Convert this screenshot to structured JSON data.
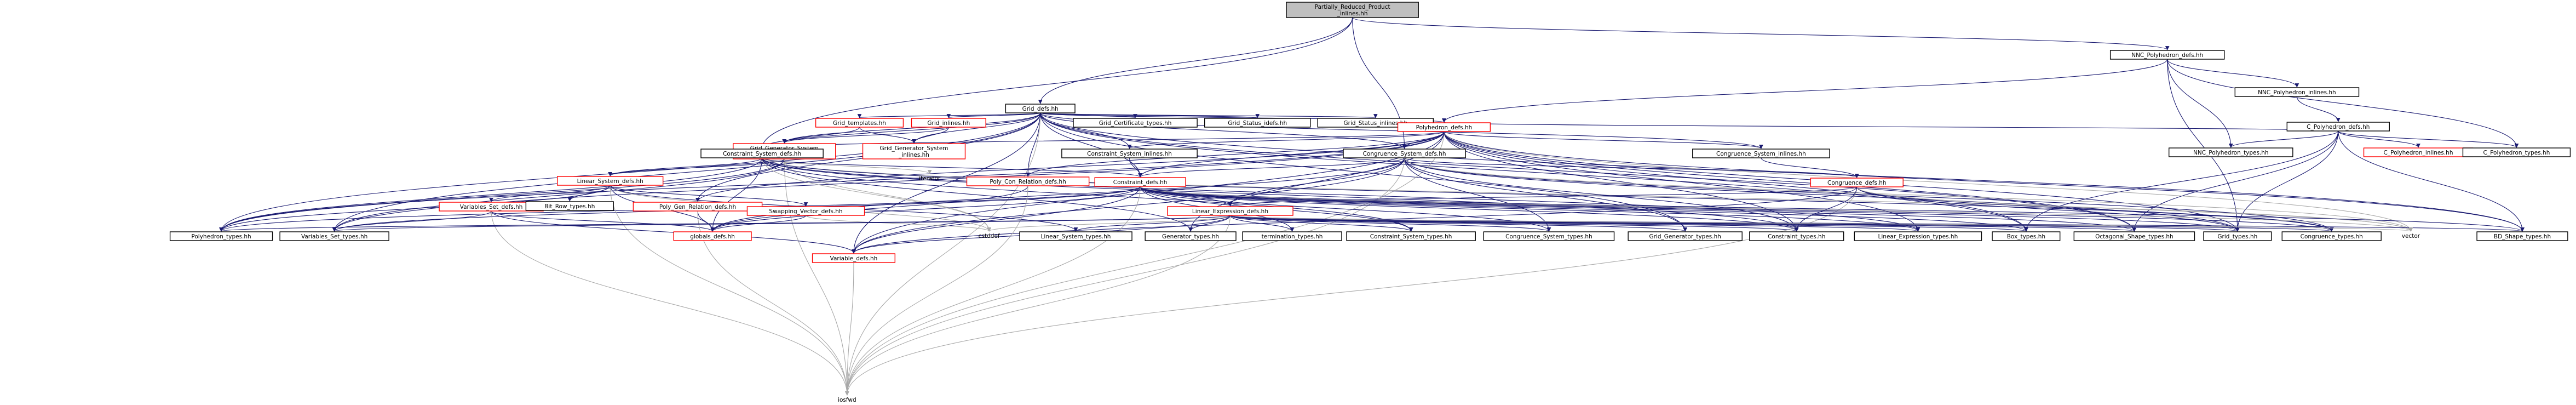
{
  "colors": {
    "edge": "#191970",
    "root_fill": "#bfbfbf",
    "normal_border": "#000000",
    "red_border": "#ff0000",
    "red_text": "#ff0000",
    "text": "#000000",
    "plain_edge": "#a9a9a9"
  },
  "nodes": [
    {
      "id": "root",
      "lines": [
        "Partially_Reduced_Product",
        "_inlines.hh"
      ],
      "kind": "root"
    },
    {
      "id": "nnc_poly_defs",
      "lines": [
        "NNC_Polyhedron_defs.hh"
      ],
      "kind": "normal"
    },
    {
      "id": "nnc_poly_inl",
      "lines": [
        "NNC_Polyhedron_inlines.hh"
      ],
      "kind": "normal"
    },
    {
      "id": "c_poly_defs",
      "lines": [
        "C_Polyhedron_defs.hh"
      ],
      "kind": "normal"
    },
    {
      "id": "c_poly_inl",
      "lines": [
        "C_Polyhedron_inlines.hh"
      ],
      "kind": "red"
    },
    {
      "id": "c_poly_types",
      "lines": [
        "C_Polyhedron_types.hh"
      ],
      "kind": "normal"
    },
    {
      "id": "nnc_poly_types",
      "lines": [
        "NNC_Polyhedron_types.hh"
      ],
      "kind": "normal"
    },
    {
      "id": "grid_defs",
      "lines": [
        "Grid_defs.hh"
      ],
      "kind": "normal"
    },
    {
      "id": "grid_templates",
      "lines": [
        "Grid_templates.hh"
      ],
      "kind": "red"
    },
    {
      "id": "grid_inlines",
      "lines": [
        "Grid_inlines.hh"
      ],
      "kind": "red"
    },
    {
      "id": "grid_gen_sys_defs",
      "lines": [
        "Grid_Generator_System",
        "_defs.hh"
      ],
      "kind": "red"
    },
    {
      "id": "grid_gen_sys_inl",
      "lines": [
        "Grid_Generator_System",
        "_inlines.hh"
      ],
      "kind": "red"
    },
    {
      "id": "grid_cert_types",
      "lines": [
        "Grid_Certificate_types.hh"
      ],
      "kind": "normal"
    },
    {
      "id": "grid_status_idefs",
      "lines": [
        "Grid_Status_idefs.hh"
      ],
      "kind": "normal"
    },
    {
      "id": "grid_status_inl",
      "lines": [
        "Grid_Status_inlines.hh"
      ],
      "kind": "normal"
    },
    {
      "id": "poly_defs",
      "lines": [
        "Polyhedron_defs.hh"
      ],
      "kind": "red"
    },
    {
      "id": "cs_defs",
      "lines": [
        "Constraint_System_defs.hh"
      ],
      "kind": "normal"
    },
    {
      "id": "cs_inl",
      "lines": [
        "Constraint_System_inlines.hh"
      ],
      "kind": "normal"
    },
    {
      "id": "cgs_defs",
      "lines": [
        "Congruence_System_defs.hh"
      ],
      "kind": "normal"
    },
    {
      "id": "cgs_inl",
      "lines": [
        "Congruence_System_inlines.hh"
      ],
      "kind": "normal"
    },
    {
      "id": "iterator",
      "lines": [
        "iterator"
      ],
      "kind": "plain"
    },
    {
      "id": "pgr_defs_a",
      "lines": [
        "Poly_Con_Relation_defs.hh"
      ],
      "kind": "red"
    },
    {
      "id": "constraint_defs",
      "lines": [
        "Constraint_defs.hh"
      ],
      "kind": "red"
    },
    {
      "id": "congruence_defs",
      "lines": [
        "Congruence_defs.hh"
      ],
      "kind": "red"
    },
    {
      "id": "linear_sys_defs",
      "lines": [
        "Linear_System_defs.hh"
      ],
      "kind": "red"
    },
    {
      "id": "vars_set_defs",
      "lines": [
        "Variables_Set_defs.hh"
      ],
      "kind": "red"
    },
    {
      "id": "bit_row_types",
      "lines": [
        "Bit_Row_types.hh"
      ],
      "kind": "normal"
    },
    {
      "id": "pgr_defs_b",
      "lines": [
        "Poly_Gen_Relation_defs.hh"
      ],
      "kind": "red"
    },
    {
      "id": "swap_vec_defs",
      "lines": [
        "Swapping_Vector_defs.hh"
      ],
      "kind": "red"
    },
    {
      "id": "linexpr_defs",
      "lines": [
        "Linear_Expression_defs.hh"
      ],
      "kind": "red"
    },
    {
      "id": "poly_types",
      "lines": [
        "Polyhedron_types.hh"
      ],
      "kind": "normal"
    },
    {
      "id": "vars_set_types",
      "lines": [
        "Variables_Set_types.hh"
      ],
      "kind": "normal"
    },
    {
      "id": "globals_defs",
      "lines": [
        "globals_defs.hh"
      ],
      "kind": "red"
    },
    {
      "id": "variable_defs",
      "lines": [
        "Variable_defs.hh"
      ],
      "kind": "red"
    },
    {
      "id": "cstddef",
      "lines": [
        "cstddef"
      ],
      "kind": "plain"
    },
    {
      "id": "linsys_types",
      "lines": [
        "Linear_System_types.hh"
      ],
      "kind": "normal"
    },
    {
      "id": "generator_types",
      "lines": [
        "Generator_types.hh"
      ],
      "kind": "normal"
    },
    {
      "id": "termination_types",
      "lines": [
        "termination_types.hh"
      ],
      "kind": "normal"
    },
    {
      "id": "cs_types",
      "lines": [
        "Constraint_System_types.hh"
      ],
      "kind": "normal"
    },
    {
      "id": "cgs_types",
      "lines": [
        "Congruence_System_types.hh"
      ],
      "kind": "normal"
    },
    {
      "id": "grid_gen_types",
      "lines": [
        "Grid_Generator_types.hh"
      ],
      "kind": "normal"
    },
    {
      "id": "constraint_types",
      "lines": [
        "Constraint_types.hh"
      ],
      "kind": "normal"
    },
    {
      "id": "linexpr_types",
      "lines": [
        "Linear_Expression_types.hh"
      ],
      "kind": "normal"
    },
    {
      "id": "box_types",
      "lines": [
        "Box_types.hh"
      ],
      "kind": "normal"
    },
    {
      "id": "oct_types",
      "lines": [
        "Octagonal_Shape_types.hh"
      ],
      "kind": "normal"
    },
    {
      "id": "grid_types",
      "lines": [
        "Grid_types.hh"
      ],
      "kind": "normal"
    },
    {
      "id": "congruence_types",
      "lines": [
        "Congruence_types.hh"
      ],
      "kind": "normal"
    },
    {
      "id": "vector",
      "lines": [
        "vector"
      ],
      "kind": "plain"
    },
    {
      "id": "bd_shape_types",
      "lines": [
        "BD_Shape_types.hh"
      ],
      "kind": "normal"
    },
    {
      "id": "iosfwd",
      "lines": [
        "iosfwd"
      ],
      "kind": "plain"
    }
  ]
}
